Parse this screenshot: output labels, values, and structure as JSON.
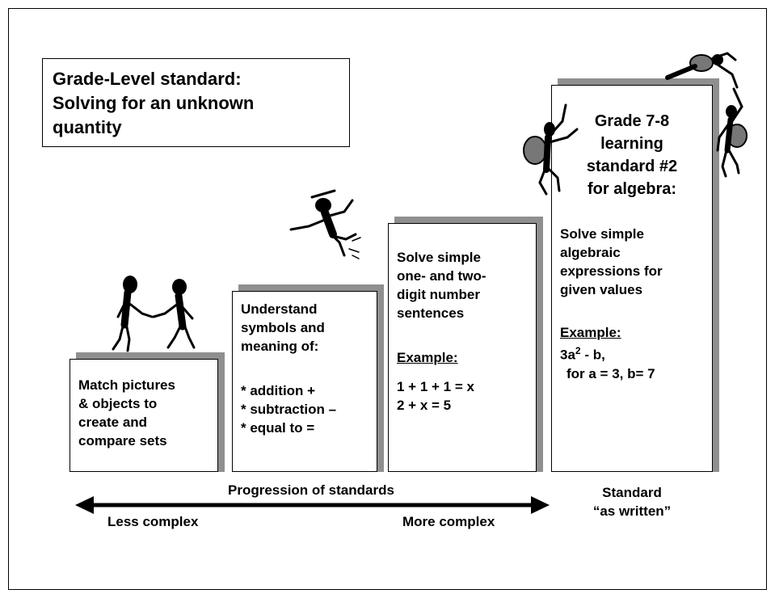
{
  "title": {
    "lines": [
      "Grade-Level standard:",
      "Solving for an unknown",
      "quantity"
    ]
  },
  "steps": [
    {
      "lines": [
        "Match pictures",
        "& objects to",
        "create and",
        "compare sets"
      ]
    },
    {
      "intro": [
        "Understand",
        "symbols and",
        "meaning of:"
      ],
      "items": [
        "* addition +",
        "* subtraction –",
        "* equal to ="
      ]
    },
    {
      "intro": [
        "Solve simple",
        "one- and two-",
        "digit number",
        "sentences"
      ],
      "example_label": "Example:",
      "examples": [
        "1 + 1 + 1 = x",
        "2 + x = 5"
      ]
    },
    {
      "heading": [
        "Grade 7-8",
        "learning",
        "standard #2",
        "for algebra:"
      ],
      "intro": [
        "Solve simple",
        "algebraic",
        "expressions for",
        "given values"
      ],
      "example_label": "Example:",
      "expr_base": "3a",
      "expr_sup": "2",
      "expr_rest": " - b,",
      "example_values": "for a = 3, b= 7"
    }
  ],
  "progression_label": "Progression of standards",
  "left_label": "Less complex",
  "right_label": "More complex",
  "standard_label": [
    "Standard",
    "“as written”"
  ]
}
